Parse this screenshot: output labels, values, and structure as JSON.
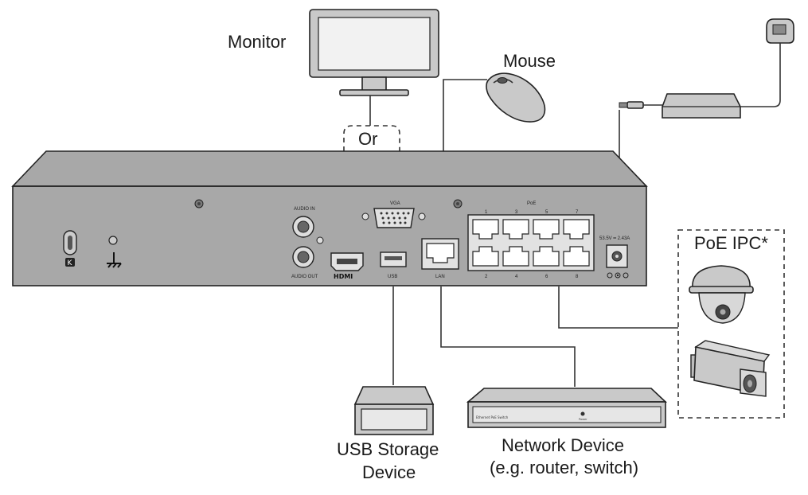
{
  "labels": {
    "monitor": "Monitor",
    "mouse": "Mouse",
    "or": "Or",
    "poe_ipc": "PoE IPC*",
    "usb_storage_line1": "USB Storage",
    "usb_storage_line2": "Device",
    "network_line1": "Network Device",
    "network_line2": "(e.g. router, switch)"
  },
  "panel": {
    "audio_in": "AUDIO IN",
    "audio_out": "AUDIO OUT",
    "hdmi": "HDMI",
    "vga": "VGA",
    "usb": "USB",
    "lan": "LAN",
    "poe": "PoE",
    "port_numbers_top": [
      "1",
      "3",
      "5",
      "7"
    ],
    "port_numbers_bottom": [
      "2",
      "4",
      "6",
      "8"
    ],
    "power_rating": "53.5V ━ 2.43A"
  },
  "switch_label": "Ethernet PoE Switch",
  "switch_power": "Power"
}
